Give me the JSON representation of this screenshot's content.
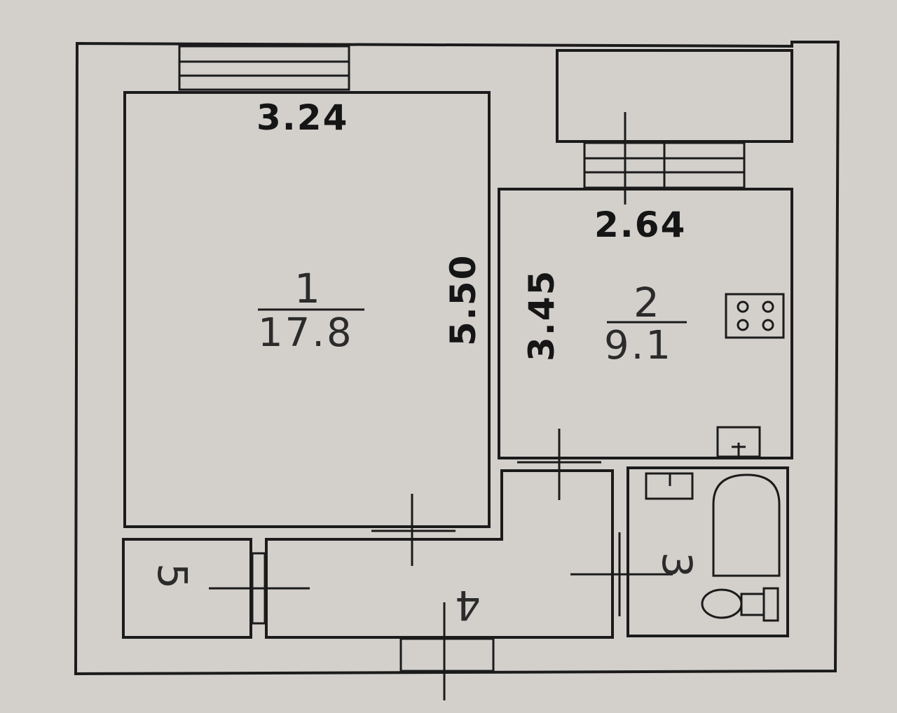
{
  "rooms": [
    {
      "number": "1",
      "area": "17.8"
    },
    {
      "number": "2",
      "area": "9.1"
    },
    {
      "number": "3"
    },
    {
      "number": "4"
    },
    {
      "number": "5"
    }
  ],
  "dimensions": {
    "room1_width": "3.24",
    "room1_length": "5.50",
    "room2_width": "2.64",
    "room2_length": "3.45"
  },
  "colors": {
    "paper": "#d3d0cc",
    "line": "#1b1b1b"
  }
}
